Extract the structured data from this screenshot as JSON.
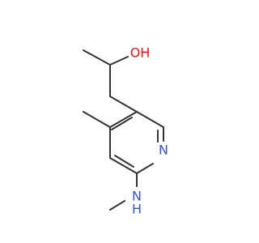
{
  "molecule": {
    "atoms": {
      "hydroxyl": {
        "label": "OH",
        "color": "#ff0d0d"
      },
      "ring_nitrogen": {
        "label": "N",
        "color": "#3050f8"
      },
      "amine_nitrogen": {
        "label": "N",
        "color": "#3050f8"
      },
      "amine_hydrogen": {
        "label": "H",
        "color": "#3050f8"
      }
    },
    "bond_color": "#333333"
  }
}
